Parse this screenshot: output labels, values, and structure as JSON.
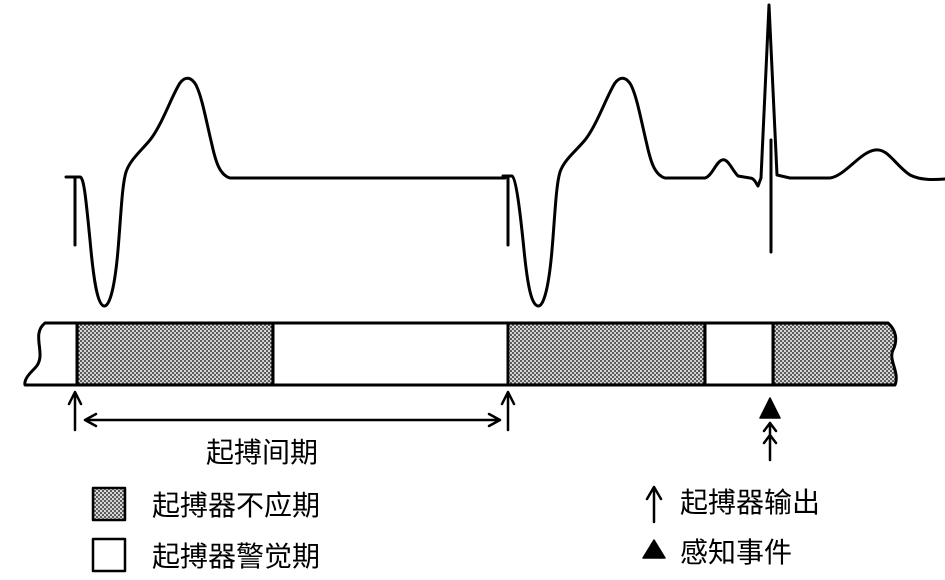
{
  "diagram": {
    "interval_label": "起搏间期"
  },
  "legend": {
    "items": [
      {
        "label": "起搏器不应期",
        "icon": "stipple-swatch-icon"
      },
      {
        "label": "起搏器警觉期",
        "icon": "blank-swatch-icon"
      },
      {
        "label": "起搏器输出",
        "icon": "up-arrow-icon"
      },
      {
        "label": "感知事件",
        "icon": "filled-triangle-icon"
      }
    ]
  },
  "colors": {
    "ink": "#000000",
    "paper": "#ffffff",
    "stipple_dot": "#1a1a1a"
  }
}
